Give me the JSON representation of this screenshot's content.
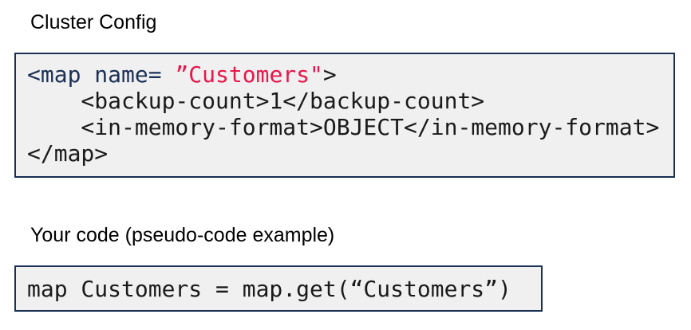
{
  "colors": {
    "navy": "#1b3054",
    "red": "#e8174b",
    "code_black": "#1a1a1a",
    "box_bg": "#f0f0f1",
    "page_bg": "#ffffff"
  },
  "sections": {
    "cluster_config": {
      "heading": "Cluster Config",
      "code": {
        "line1": {
          "tag_open": "<map name= ",
          "attr_value": "”Customers\"",
          "tag_close": ">"
        },
        "line2": "    <backup-count>1</backup-count>",
        "line3": "    <in-memory-format>OBJECT</in-memory-format>",
        "line4": "</map>"
      }
    },
    "your_code": {
      "heading": "Your code (pseudo-code example)",
      "code_line": "map Customers = map.get(“Customers”)"
    }
  }
}
